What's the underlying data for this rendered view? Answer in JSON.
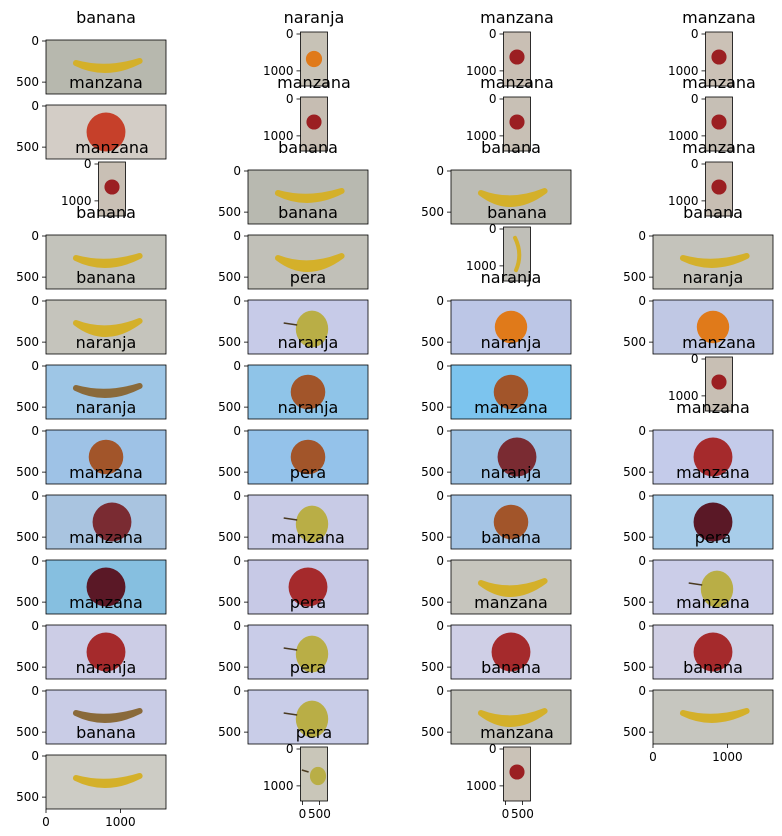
{
  "chart_data": {
    "type": "image_grid",
    "rows": 12,
    "cols": 4,
    "panels": [
      {
        "title": "banana",
        "orient": "landscape",
        "fruit": "banana",
        "bg": "#b7b8ae",
        "yticks": [
          "0",
          "500"
        ],
        "xticks": []
      },
      {
        "title": "naranja",
        "orient": "portrait",
        "fruit": "orange",
        "bg": "#c7c2b6",
        "yticks": [
          "0",
          "1000"
        ],
        "xticks": []
      },
      {
        "title": "manzana",
        "orient": "portrait",
        "fruit": "apple",
        "bg": "#c9bfb4",
        "yticks": [
          "0",
          "1000"
        ],
        "xticks": []
      },
      {
        "title": "manzana",
        "orient": "portrait",
        "fruit": "apple",
        "bg": "#cbc1b6",
        "yticks": [
          "0",
          "1000"
        ],
        "xticks": []
      },
      {
        "title": "manzana",
        "orient": "landscape",
        "fruit": "apple-big",
        "bg": "#d3cdc6",
        "yticks": [
          "0",
          "500"
        ],
        "xticks": []
      },
      {
        "title": "manzana",
        "orient": "portrait",
        "fruit": "apple",
        "bg": "#c6bdb2",
        "yticks": [
          "0",
          "1000"
        ],
        "xticks": []
      },
      {
        "title": "manzana",
        "orient": "portrait",
        "fruit": "apple",
        "bg": "#c8c0b5",
        "yticks": [
          "0",
          "1000"
        ],
        "xticks": []
      },
      {
        "title": "manzana",
        "orient": "portrait",
        "fruit": "apple",
        "bg": "#c6bfb5",
        "yticks": [
          "0",
          "1000"
        ],
        "xticks": []
      },
      {
        "title": "manzana",
        "orient": "portrait",
        "fruit": "apple",
        "bg": "#c9c0b5",
        "yticks": [
          "0",
          "1000"
        ],
        "xticks": []
      },
      {
        "title": "banana",
        "orient": "landscape",
        "fruit": "banana",
        "bg": "#b8b9b0",
        "yticks": [
          "0",
          "500"
        ],
        "xticks": []
      },
      {
        "title": "banana",
        "orient": "landscape",
        "fruit": "banana-curve",
        "bg": "#bcbcb5",
        "yticks": [
          "0",
          "500"
        ],
        "xticks": []
      },
      {
        "title": "manzana",
        "orient": "portrait",
        "fruit": "apple",
        "bg": "#c7beb3",
        "yticks": [
          "0",
          "1000"
        ],
        "xticks": []
      },
      {
        "title": "banana",
        "orient": "landscape",
        "fruit": "banana",
        "bg": "#c3c3bb",
        "yticks": [
          "0",
          "500"
        ],
        "xticks": []
      },
      {
        "title": "banana",
        "orient": "landscape",
        "fruit": "banana-curve",
        "bg": "#c1c0b8",
        "yticks": [
          "0",
          "500"
        ],
        "xticks": []
      },
      {
        "title": "banana",
        "orient": "portrait",
        "fruit": "banana-vert",
        "bg": "#c0bfb8",
        "yticks": [
          "0",
          "1000"
        ],
        "xticks": []
      },
      {
        "title": "banana",
        "orient": "landscape",
        "fruit": "banana",
        "bg": "#c4c3bb",
        "yticks": [
          "0",
          "500"
        ],
        "xticks": []
      },
      {
        "title": "banana",
        "orient": "landscape",
        "fruit": "banana-curve",
        "bg": "#c5c4bc",
        "yticks": [
          "0",
          "500"
        ],
        "xticks": []
      },
      {
        "title": "pera",
        "orient": "landscape",
        "fruit": "pear",
        "bg": "#c7cbe8",
        "yticks": [
          "0",
          "500"
        ],
        "xticks": []
      },
      {
        "title": "naranja",
        "orient": "landscape",
        "fruit": "orange",
        "bg": "#bcc6e6",
        "yticks": [
          "0",
          "500"
        ],
        "xticks": []
      },
      {
        "title": "naranja",
        "orient": "landscape",
        "fruit": "orange",
        "bg": "#c0c8e4",
        "yticks": [
          "0",
          "500"
        ],
        "xticks": []
      },
      {
        "title": "naranja",
        "orient": "landscape",
        "fruit": "banana-brown",
        "bg": "#9ec6e6",
        "yticks": [
          "0",
          "500"
        ],
        "xticks": []
      },
      {
        "title": "naranja",
        "orient": "landscape",
        "fruit": "orange-dark",
        "bg": "#8fc4e8",
        "yticks": [
          "0",
          "500"
        ],
        "xticks": []
      },
      {
        "title": "naranja",
        "orient": "landscape",
        "fruit": "orange-dark",
        "bg": "#7cc4ee",
        "yticks": [
          "0",
          "500"
        ],
        "xticks": []
      },
      {
        "title": "manzana",
        "orient": "portrait",
        "fruit": "apple",
        "bg": "#c8bfb4",
        "yticks": [
          "0",
          "1000"
        ],
        "xticks": []
      },
      {
        "title": "naranja",
        "orient": "landscape",
        "fruit": "orange-dark",
        "bg": "#9ec2e6",
        "yticks": [
          "0",
          "500"
        ],
        "xticks": []
      },
      {
        "title": "naranja",
        "orient": "landscape",
        "fruit": "orange-dark",
        "bg": "#94c2ea",
        "yticks": [
          "0",
          "500"
        ],
        "xticks": []
      },
      {
        "title": "manzana",
        "orient": "landscape",
        "fruit": "apple-dark",
        "bg": "#9fc3e4",
        "yticks": [
          "0",
          "500"
        ],
        "xticks": []
      },
      {
        "title": "manzana",
        "orient": "landscape",
        "fruit": "apple-red",
        "bg": "#c4cbea",
        "yticks": [
          "0",
          "500"
        ],
        "xticks": []
      },
      {
        "title": "manzana",
        "orient": "landscape",
        "fruit": "apple-dark",
        "bg": "#a9c4e0",
        "yticks": [
          "0",
          "500"
        ],
        "xticks": []
      },
      {
        "title": "pera",
        "orient": "landscape",
        "fruit": "pear",
        "bg": "#c8cbe6",
        "yticks": [
          "0",
          "500"
        ],
        "xticks": []
      },
      {
        "title": "naranja",
        "orient": "landscape",
        "fruit": "orange-dark",
        "bg": "#a5c4e4",
        "yticks": [
          "0",
          "500"
        ],
        "xticks": []
      },
      {
        "title": "manzana",
        "orient": "landscape",
        "fruit": "apple-darkred",
        "bg": "#a8cdea",
        "yticks": [
          "0",
          "500"
        ],
        "xticks": []
      },
      {
        "title": "manzana",
        "orient": "landscape",
        "fruit": "apple-darkred",
        "bg": "#86bfe0",
        "yticks": [
          "0",
          "500"
        ],
        "xticks": []
      },
      {
        "title": "manzana",
        "orient": "landscape",
        "fruit": "apple-red",
        "bg": "#c7c9e6",
        "yticks": [
          "0",
          "500"
        ],
        "xticks": []
      },
      {
        "title": "banana",
        "orient": "landscape",
        "fruit": "banana-curve",
        "bg": "#c6c5bd",
        "yticks": [
          "0",
          "500"
        ],
        "xticks": []
      },
      {
        "title": "pera",
        "orient": "landscape",
        "fruit": "pear",
        "bg": "#cbcde8",
        "yticks": [
          "0",
          "500"
        ],
        "xticks": []
      },
      {
        "title": "manzana",
        "orient": "landscape",
        "fruit": "apple-red",
        "bg": "#cccde6",
        "yticks": [
          "0",
          "500"
        ],
        "xticks": []
      },
      {
        "title": "pera",
        "orient": "landscape",
        "fruit": "pear",
        "bg": "#c9cce8",
        "yticks": [
          "0",
          "500"
        ],
        "xticks": []
      },
      {
        "title": "manzana",
        "orient": "landscape",
        "fruit": "apple-red",
        "bg": "#cfcfe6",
        "yticks": [
          "0",
          "500"
        ],
        "xticks": []
      },
      {
        "title": "manzana",
        "orient": "landscape",
        "fruit": "apple-red",
        "bg": "#d0cfe4",
        "yticks": [
          "0",
          "500"
        ],
        "xticks": []
      },
      {
        "title": "naranja",
        "orient": "landscape",
        "fruit": "banana-brown",
        "bg": "#c9cce6",
        "yticks": [
          "0",
          "500"
        ],
        "xticks": []
      },
      {
        "title": "pera",
        "orient": "landscape",
        "fruit": "pear",
        "bg": "#c9cde8",
        "yticks": [
          "0",
          "500"
        ],
        "xticks": []
      },
      {
        "title": "banana",
        "orient": "landscape",
        "fruit": "banana-curve",
        "bg": "#c2c2ba",
        "yticks": [
          "0",
          "500"
        ],
        "xticks": []
      },
      {
        "title": "banana",
        "orient": "landscape",
        "fruit": "banana",
        "bg": "#c6c6bf",
        "yticks": [
          "0",
          "500"
        ],
        "xticks": [
          "0",
          "1000"
        ]
      },
      {
        "title": "banana",
        "orient": "landscape",
        "fruit": "banana",
        "bg": "#cdccc5",
        "yticks": [
          "0",
          "500"
        ],
        "xticks": [
          "0",
          "1000"
        ]
      },
      {
        "title": "pera",
        "orient": "portrait",
        "fruit": "pear",
        "bg": "#c9c6b9",
        "yticks": [
          "0",
          "1000"
        ],
        "xticks": [
          "0",
          "500"
        ]
      },
      {
        "title": "manzana",
        "orient": "portrait",
        "fruit": "apple",
        "bg": "#cac2b7",
        "yticks": [
          "0",
          "1000"
        ],
        "xticks": [
          "0",
          "500"
        ]
      }
    ]
  }
}
